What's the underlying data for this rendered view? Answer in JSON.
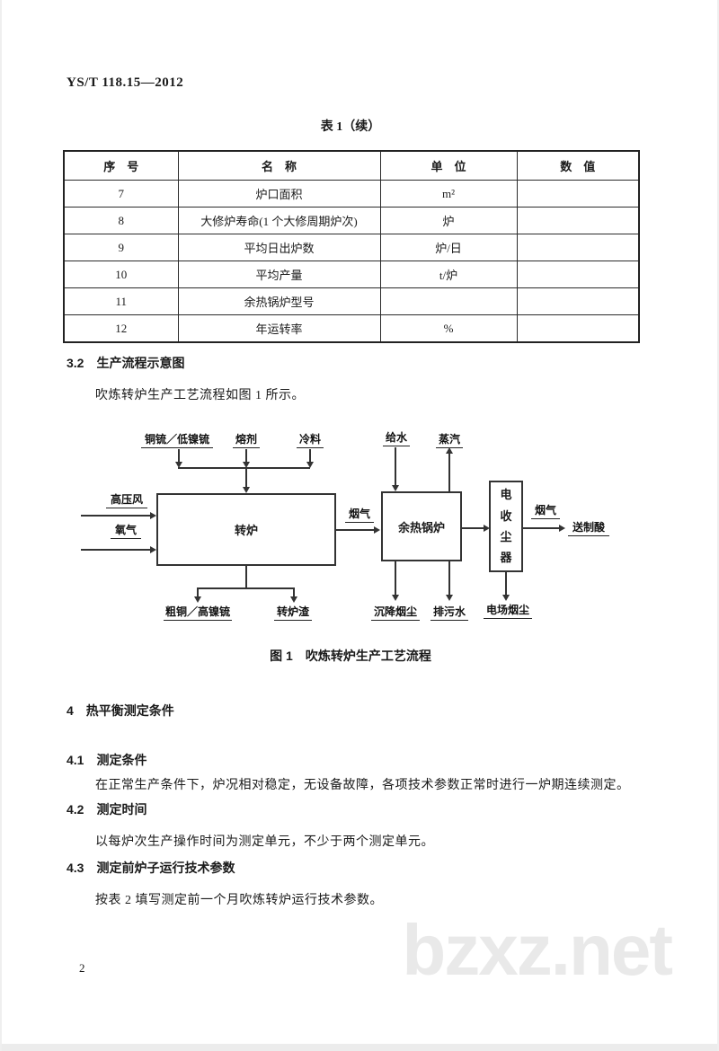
{
  "page": {
    "doc_code": "YS/T 118.15—2012",
    "page_number": "2",
    "watermark": "bzxz.net"
  },
  "table1": {
    "title": "表 1（续）",
    "headers": [
      "序　号",
      "名　称",
      "单　位",
      "数　值"
    ],
    "rows": [
      {
        "no": "7",
        "name": "炉口面积",
        "unit": "m²",
        "value": ""
      },
      {
        "no": "8",
        "name": "大修炉寿命(1 个大修周期炉次)",
        "unit": "炉",
        "value": ""
      },
      {
        "no": "9",
        "name": "平均日出炉数",
        "unit": "炉/日",
        "value": ""
      },
      {
        "no": "10",
        "name": "平均产量",
        "unit": "t/炉",
        "value": ""
      },
      {
        "no": "11",
        "name": "余热锅炉型号",
        "unit": "",
        "value": ""
      },
      {
        "no": "12",
        "name": "年运转率",
        "unit": "%",
        "value": ""
      }
    ]
  },
  "section_3_2": {
    "heading": "3.2　生产流程示意图",
    "body": "吹炼转炉生产工艺流程如图 1 所示。"
  },
  "figure1": {
    "caption": "图 1　吹炼转炉生产工艺流程",
    "input_matte": "铜锍／低镍锍",
    "input_flux": "熔剂",
    "input_cold": "冷料",
    "input_air": "高压风",
    "input_oxygen": "氧气",
    "converter": "转炉",
    "boiler": "余热锅炉",
    "precipitator": "电收尘器",
    "flue_gas_1": "烟气",
    "flue_gas_2": "烟气",
    "to_acid": "送制酸",
    "feed_water": "给水",
    "steam": "蒸汽",
    "output_copper": "粗铜／高镍锍",
    "output_slag": "转炉渣",
    "output_settled_dust": "沉降烟尘",
    "output_waste_water": "排污水",
    "output_field_dust": "电场烟尘"
  },
  "section_4": {
    "heading": "4　热平衡测定条件",
    "s41_heading": "4.1　测定条件",
    "s41_body": "在正常生产条件下，炉况相对稳定，无设备故障，各项技术参数正常时进行一炉期连续测定。",
    "s42_heading": "4.2　测定时间",
    "s42_body": "以每炉次生产操作时间为测定单元，不少于两个测定单元。",
    "s43_heading": "4.3　测定前炉子运行技术参数",
    "s43_body": "按表 2 填写测定前一个月吹炼转炉运行技术参数。"
  }
}
